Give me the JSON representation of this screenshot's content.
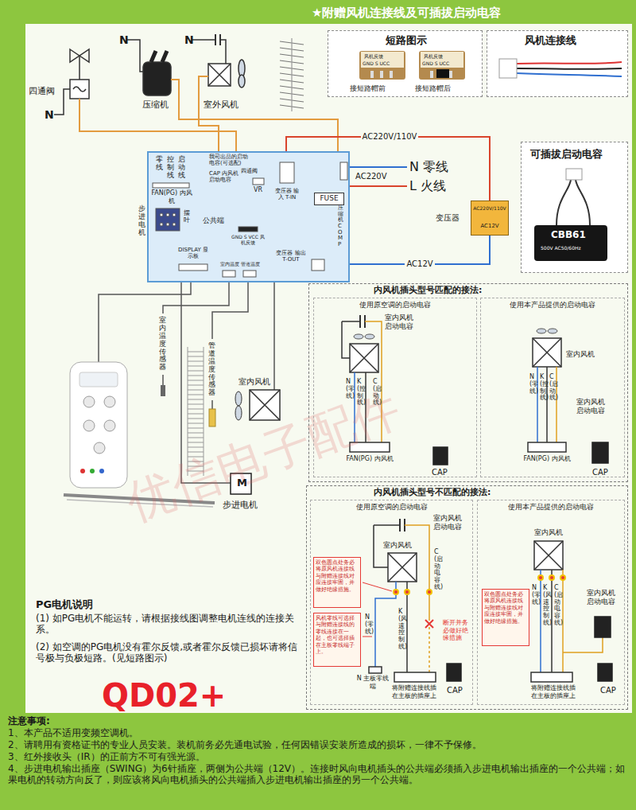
{
  "diagram": {
    "title": "★附赠风机连接线及可插拔启动电容",
    "nodes": [
      {
        "text": [
          "短路图示",
          "接短路帽前",
          "接短路帽后"
        ]
      },
      {
        "text": [
          "风机连接线"
        ]
      },
      {
        "text": [
          "可插拔启动电容"
        ]
      },
      {
        "text": [
          "零线",
          "控制线",
          "启动线",
          "FAN(PG) 内风机",
          "我司出品的启动电容(可选配)",
          "CAP 内风机 启动电容",
          "四通阀",
          "VR",
          "变压器 输入 T-IN",
          "压缩机 COMP",
          "公共端",
          "摆叶",
          "GND S VCC 风机反馈",
          "DISPLAY 显示板",
          "室内温度",
          "管道温度",
          "变压器 输出 T-OUT"
        ]
      },
      {
        "text": [
          "FUSE"
        ],
        "in": 3
      },
      {
        "text": [
          "变压器",
          "AC220V/110V",
          "AC12V"
        ]
      },
      {
        "text": [
          "内风机插头型号匹配的接法:"
        ]
      },
      {
        "text": [
          "使用原空调的启动电容"
        ],
        "in": 6
      },
      {
        "text": [
          "使用本产品提供的启动电容"
        ],
        "in": 6
      },
      {
        "text": [
          "内风机插头型号不匹配的接法:"
        ]
      },
      {
        "text": [
          "使用原空调的启动电容"
        ],
        "in": 9
      },
      {
        "text": [
          "使用本产品提供的启动电容"
        ],
        "in": 9
      },
      {
        "text": [
          "双色圆点处务必将原风机连接线与附赠连接线对应连接牢固，并做好绝缘措施。"
        ],
        "in": 10
      },
      {
        "text": [
          "风机零线可选择与附赠连接线的零线连接在一起，也可选择插在主板零线端子上。"
        ],
        "in": 10
      },
      {
        "text": [
          "双色圆点处务必将原风机连接线与附赠连接线对应连接牢固，并做好绝缘措施。"
        ],
        "in": 11
      }
    ],
    "edges": [
      {
        "from": 5,
        "to": 3,
        "label": "AC12V",
        "arrow": "none"
      },
      {
        "from": 3,
        "to": 5,
        "label": "AC220V/110V",
        "arrow": "none"
      }
    ],
    "labels": [
      "N",
      "四通阀",
      "N",
      "压缩机",
      "N",
      "室外风机",
      "风机反馈",
      "GND S UCC",
      "风机反馈",
      "GND S UCC",
      "CBB61",
      "500V AC50/60Hz",
      "AC220V",
      "N 零线",
      "L 火线",
      "步进电机",
      "室内温度传感器",
      "管道温度传感器",
      "室内风机",
      "M",
      "步进电机",
      "PG电机说明",
      "(1) 如PG电机不能运转，请根据接线图调整电机连线的连接关系。",
      "(2) 如空调的PG电机没有霍尔反馈,或者霍尔反馈已损坏请将信号极与负极短路。(见短路图示)",
      "QD02+",
      "注意事项:",
      "1、本产品不适用变频空调机。",
      "2、请聘用有资格证书的专业人员安装。装机前务必先通电试验，任何因错误安装所造成的损坏，一律不予保修。",
      "3、红外接收头（IR）的正前方不可有强光源。",
      "4、步进电机输出插座（SWING）为6针插座，两侧为公共端（12V）。连接时风向电机插头的公共端必须插入步进电机输出插座的一个公共端；如果电机的转动方向反了，则应该将风向电机插头的公共端插入步进电机输出插座的另一个公共端。",
      "室内风机 启动电容",
      "N(零线)",
      "K(控制线)",
      "C(启动线)",
      "FAN(PG) 内风机",
      "CAP",
      "室内风机",
      "N(零线)",
      "K(控制线)",
      "C(启动线)",
      "室内风机 启动电容",
      "FAN(PG) 内风机",
      "CAP",
      "室内风机 启动电容",
      "C(启动电容线)",
      "室内风机",
      "N(零线)",
      "K(风速控制线)",
      "断开并务必做好绝缘措施",
      "N 主板零线端",
      "将附赠连接线插在主板的插座上",
      "CAP",
      "室内风机",
      "N(零线)",
      "K(风速控制线)",
      "C(启动电容线)",
      "室内风机 启动电容",
      "将附赠连接线插在主板的插座上",
      "CAP",
      "优信电子配件"
    ]
  }
}
